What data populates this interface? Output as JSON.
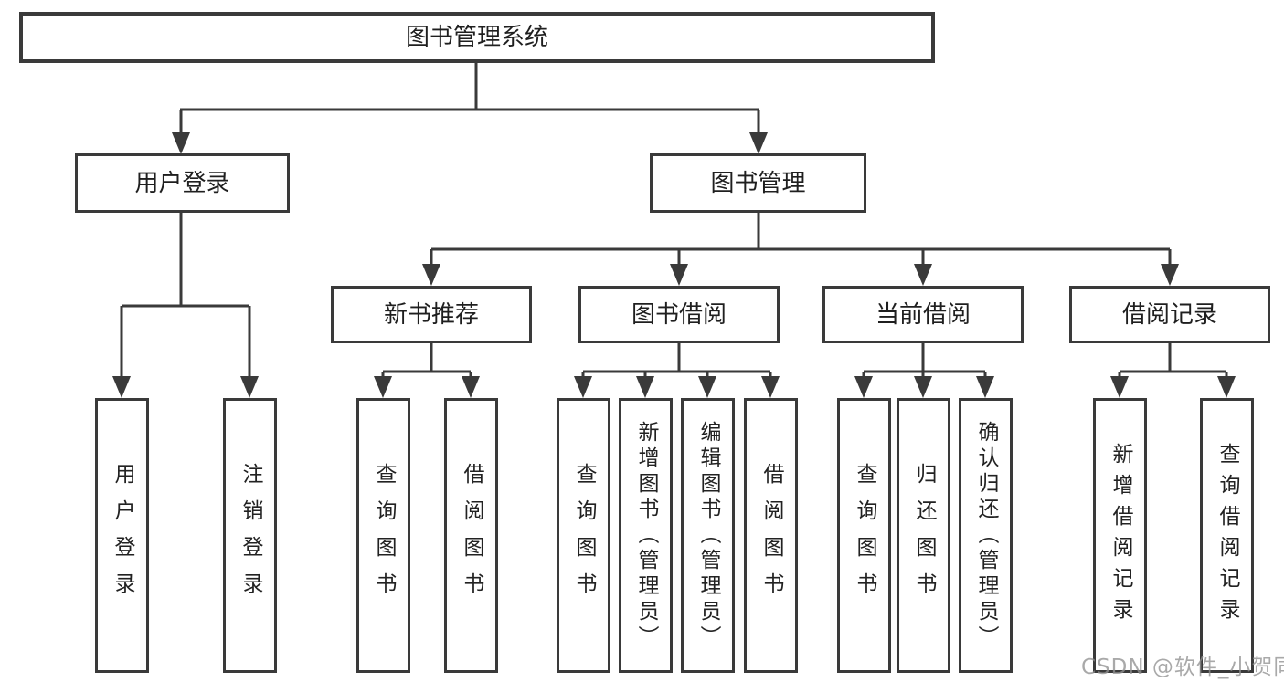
{
  "tree": {
    "label": "图书管理系统",
    "children": [
      {
        "label": "用户登录",
        "children": [
          {
            "label": "用户登录"
          },
          {
            "label": "注销登录"
          }
        ]
      },
      {
        "label": "图书管理",
        "children": [
          {
            "label": "新书推荐",
            "children": [
              {
                "label": "查询图书"
              },
              {
                "label": "借阅图书"
              }
            ]
          },
          {
            "label": "图书借阅",
            "children": [
              {
                "label": "查询图书"
              },
              {
                "label": "新增图书（管理员）"
              },
              {
                "label": "编辑图书（管理员）"
              },
              {
                "label": "借阅图书"
              }
            ]
          },
          {
            "label": "当前借阅",
            "children": [
              {
                "label": "查询图书"
              },
              {
                "label": "归还图书"
              },
              {
                "label": "确认归还（管理员）"
              }
            ]
          },
          {
            "label": "借阅记录",
            "children": [
              {
                "label": "新增借阅记录"
              },
              {
                "label": "查询借阅记录"
              }
            ]
          }
        ]
      }
    ]
  },
  "watermark": "CSDN @软件_小贺同学",
  "colors": {
    "line": "#3a3a3a",
    "box_border": "#3a3a3a",
    "text": "#1f1f1f",
    "watermark": "#919191",
    "background": "#ffffff"
  }
}
